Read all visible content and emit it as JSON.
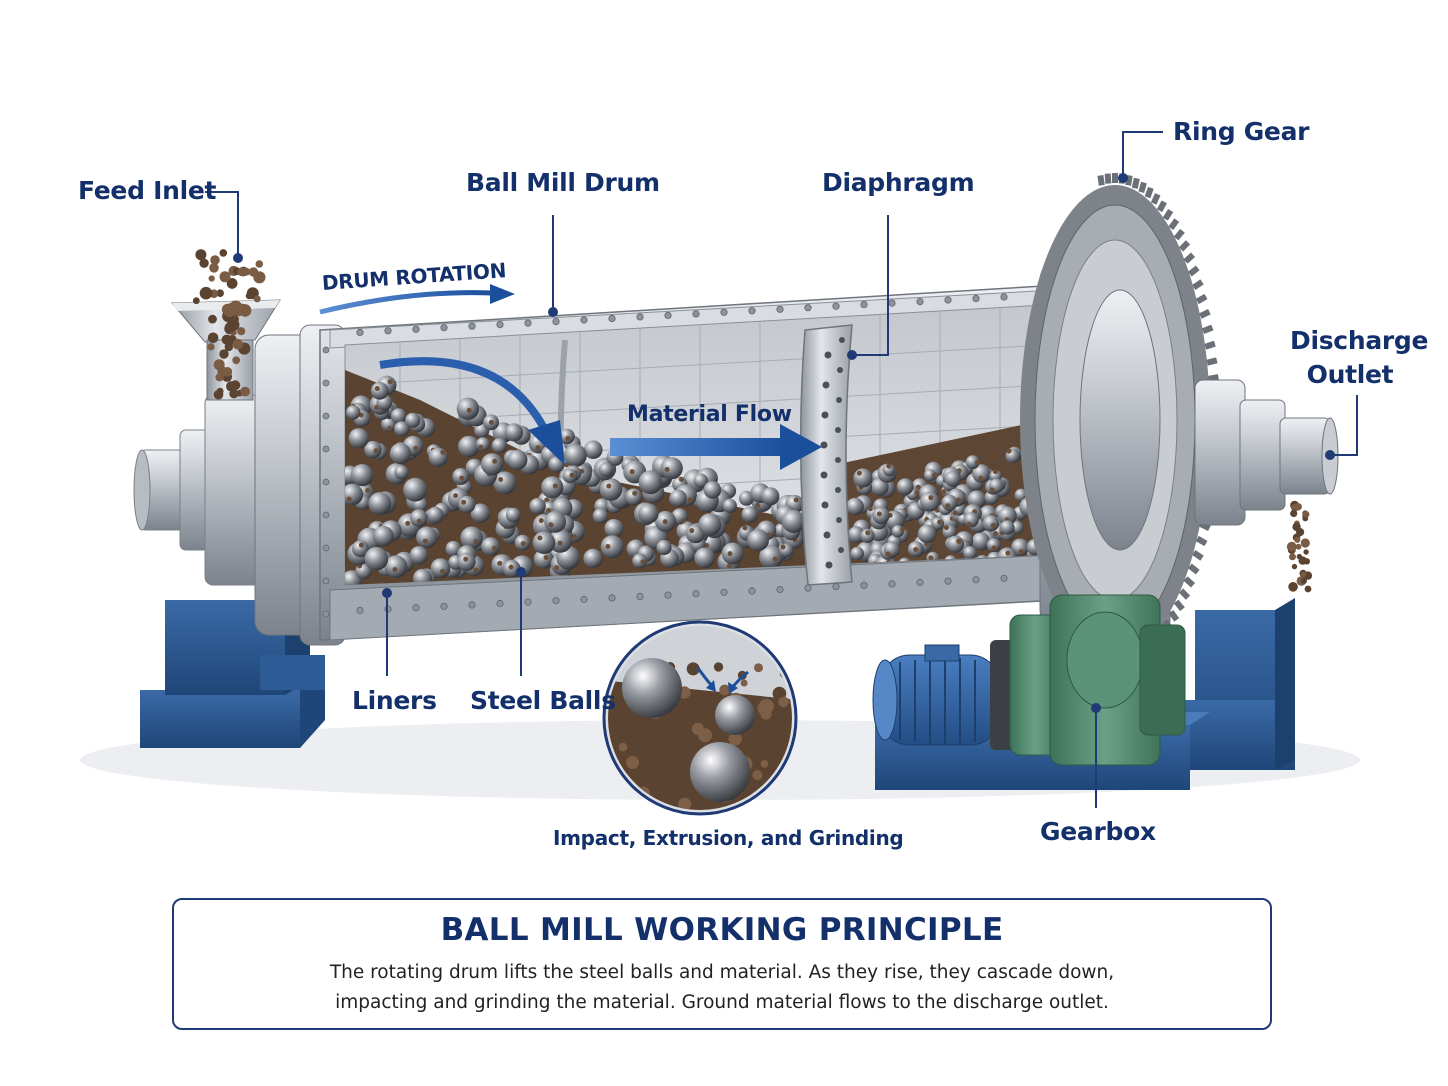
{
  "labels": {
    "feed_inlet": "Feed Inlet",
    "ball_mill_drum": "Ball Mill Drum",
    "diaphragm": "Diaphragm",
    "ring_gear": "Ring Gear",
    "discharge_outlet_1": "Discharge",
    "discharge_outlet_2": "Outlet",
    "drum_rotation": "DRUM ROTATION",
    "material_flow": "Material Flow",
    "liners": "Liners",
    "steel_balls": "Steel Balls",
    "impact_caption": "Impact, Extrusion, and Grinding",
    "gearbox": "Gearbox"
  },
  "caption": {
    "title": "BALL MILL WORKING PRINCIPLE",
    "line1": "The rotating drum lifts the steel balls and material. As they rise, they cascade down,",
    "line2": "impacting and grinding the material.  Ground material flows to the discharge outlet."
  },
  "colors": {
    "label_navy": "#13306b",
    "steel": "#b9bec5",
    "base_blue": "#2a5690",
    "gearbox_green": "#4f8a6f",
    "motor_blue": "#2f5f9e",
    "material_brown": "#5a4331"
  }
}
